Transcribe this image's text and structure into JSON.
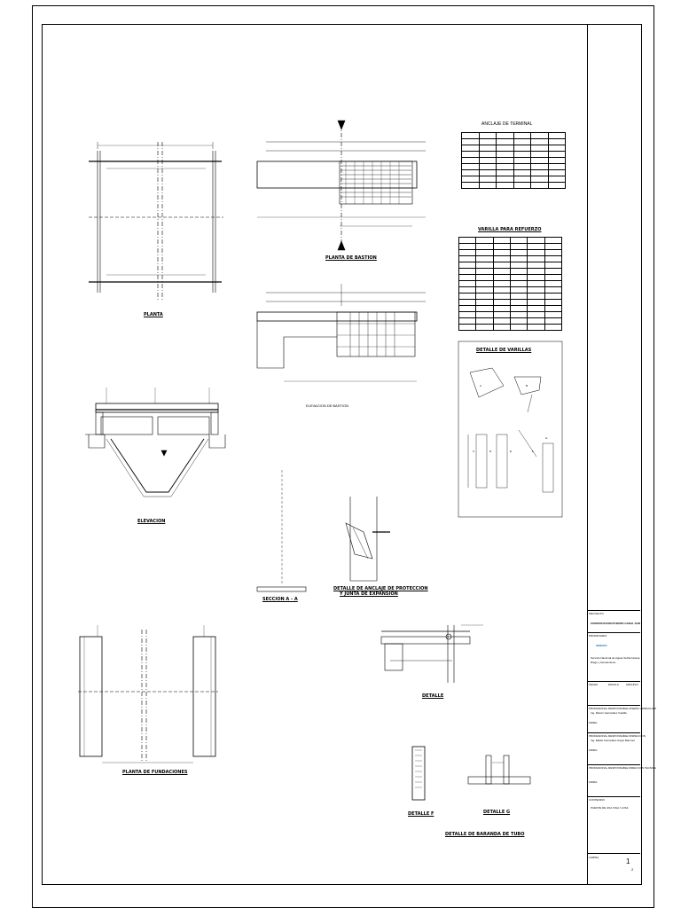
{
  "drawings": {
    "planta": "PLANTA",
    "planta_bastion": "PLANTA DE BASTION",
    "elevacion_bastion": "ELEVACION DE BASTION",
    "elevacion": "ELEVACION",
    "seccion": "SECCION A - A",
    "detalle_anclaje": "DETALLE DE ANCLAJE DE PROTECCION",
    "detalle_anclaje_2": "Y JUNTA DE EXPANSION",
    "planta_fundaciones": "PLANTA DE FUNDACIONES",
    "detalle_a": "DETALLE",
    "detalle_f": "DETALLE F",
    "detalle_g": "DETALLE G",
    "detalle_baranda": "DETALLE DE BARANDA DE TUBO"
  },
  "schedules": {
    "anclaje_title": "ANCLAJE DE TERMINAL",
    "varilla_title": "VARILLA PARA REFUERZO",
    "detalle_varillas": "DETALLE DE VARILLAS",
    "detail_letters": [
      "A",
      "B",
      "C",
      "D",
      "E",
      "F",
      "G"
    ]
  },
  "title_block": {
    "proyecto_label": "PROYECTO",
    "proyecto": "CONSTRUCCION PUENTE CANAL SUR",
    "propietario_label": "PROPIETARIO",
    "logo_text": "SENARA",
    "institution_1": "Servicio Nacional de Aguas Subterráneas,",
    "institution_2": "Riego y Avenamiento",
    "fecha": "FECHA",
    "escala": "ESCALA",
    "archivo": "ARCHIVO",
    "prof_responsable_1": "PROFESIONAL RESPONSABLE DISEÑO HIDRAULICO",
    "ing_1": "Ing. Marvin Hernández Castillo",
    "firma": "FIRMA",
    "prof_responsable_2": "PROFESIONAL RESPONSABLE INSPECCION",
    "ing_2": "Ing. Eladio Fernández Araya Ramírez",
    "prof_responsable_3": "PROFESIONAL RESPONSABLE DIRECCION TECNICA",
    "contenido_label": "CONTENIDO",
    "contenido": "PUENTE DE UNA VIGA / LOSA",
    "lamina": "LAMINA",
    "numero": "1",
    "total": "2"
  }
}
